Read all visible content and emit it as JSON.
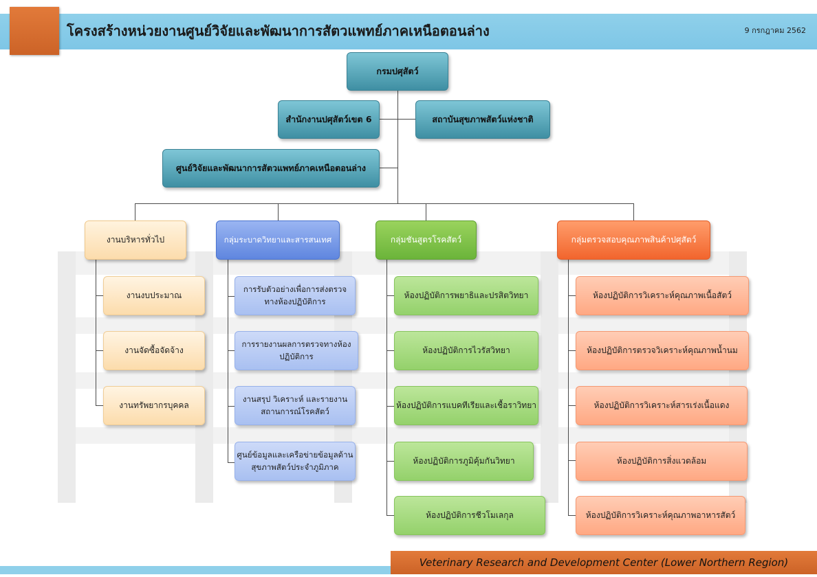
{
  "header": {
    "title": "โครงสร้างหน่วยงานศูนย์วิจัยและพัฒนาการสัตวแพทย์ภาคเหนือตอนล่าง",
    "date": "9 กรกฎาคม 2562"
  },
  "top": {
    "root": "กรมปศุสัตว์",
    "region_office": "สำนักงานปศุสัตว์เขต 6",
    "national_institute": "สถาบันสุขภาพสัตว์แห่งชาติ",
    "center": "ศูนย์วิจัยและพัฒนาการสัตวแพทย์ภาคเหนือตอนล่าง"
  },
  "groups": [
    {
      "name": "งานบริหารทั่วไป",
      "items": [
        [
          "งานงบประมาณ"
        ],
        [
          "งานจัดซื้อจัดจ้าง"
        ],
        [
          "งานทรัพยากรบุคคล"
        ]
      ]
    },
    {
      "name": "กลุ่มระบาดวิทยาและสารสนเทศ",
      "items": [
        [
          "การรับตัวอย่างเพื่อการส่งตรวจ",
          "ทางห้องปฏิบัติการ"
        ],
        [
          "การรายงานผลการตรวจทางห้อง",
          "ปฏิบัติการ"
        ],
        [
          "งานสรุป วิเคราะห์ และรายงาน",
          "สถานการณ์โรคสัตว์"
        ],
        [
          "ศูนย์ข้อมูลและเครือข่ายข้อมูลด้าน",
          "สุขภาพสัตว์ประจำภูมิภาค"
        ]
      ]
    },
    {
      "name": "กลุ่มชันสูตรโรคสัตว์",
      "items": [
        [
          "ห้องปฏิบัติการพยาธิและปรสิตวิทยา"
        ],
        [
          "ห้องปฏิบัติการไวรัสวิทยา"
        ],
        [
          "ห้องปฏิบัติการแบคทีเรียและเชื้อราวิทยา"
        ],
        [
          "ห้องปฏิบัติการภูมิคุ้มกันวิทยา"
        ],
        [
          "ห้องปฏิบัติการชีวโมเลกุล"
        ]
      ]
    },
    {
      "name": "กลุ่มตรวจสอบคุณภาพสินค้าปศุสัตว์",
      "items": [
        [
          "ห้องปฏิบัติการวิเคราะห์คุณภาพเนื้อสัตว์"
        ],
        [
          "ห้องปฏิบัติการตรวจวิเคราะห์คุณภาพน้ำนม"
        ],
        [
          "ห้องปฏิบัติการวิเคราะห์สารเร่งเนื้อแดง"
        ],
        [
          "ห้องปฏิบัติการสิ่งแวดล้อม"
        ],
        [
          "ห้องปฏิบัติการวิเคราะห์คุณภาพอาหารสัตว์"
        ]
      ]
    }
  ],
  "footer": {
    "text": "Veterinary Research and Development Center (Lower Northern Region)"
  }
}
